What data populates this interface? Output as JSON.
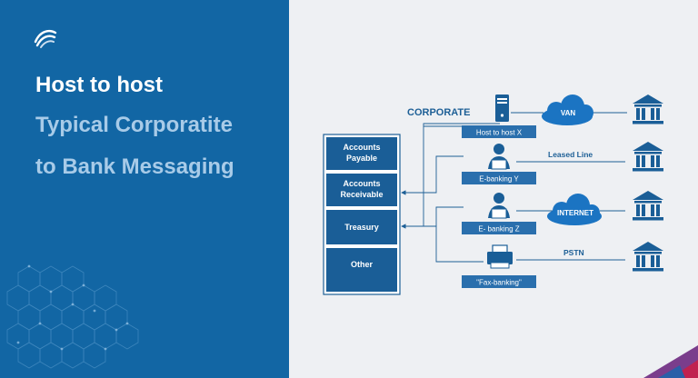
{
  "heading": {
    "line1": "Host to host",
    "line2": "Typical Corporatite",
    "line3": "to Bank Messaging"
  },
  "diagram": {
    "corporate_label": "CORPORATE",
    "departments": [
      {
        "line1": "Accounts",
        "line2": "Payable"
      },
      {
        "line1": "Accounts",
        "line2": "Receivable"
      },
      {
        "line1": "Treasury"
      },
      {
        "line1": "Other"
      }
    ],
    "channels": [
      {
        "label": "Host to host X",
        "network": "VAN"
      },
      {
        "label": "E-banking Y",
        "network": "Leased Line"
      },
      {
        "label": "E- banking Z",
        "network": "INTERNET"
      },
      {
        "label": "\"Fax-banking\"",
        "network": "PSTN"
      }
    ]
  },
  "colors": {
    "panel_blue": "#1266a4",
    "accent_light_blue": "#a8cbe8",
    "diagram_blue": "#1d5f96",
    "box_blue": "#1a5e97",
    "cloud_blue": "#1b74c2",
    "corner_purple": "#7a3d8c",
    "corner_red": "#c0224f"
  }
}
